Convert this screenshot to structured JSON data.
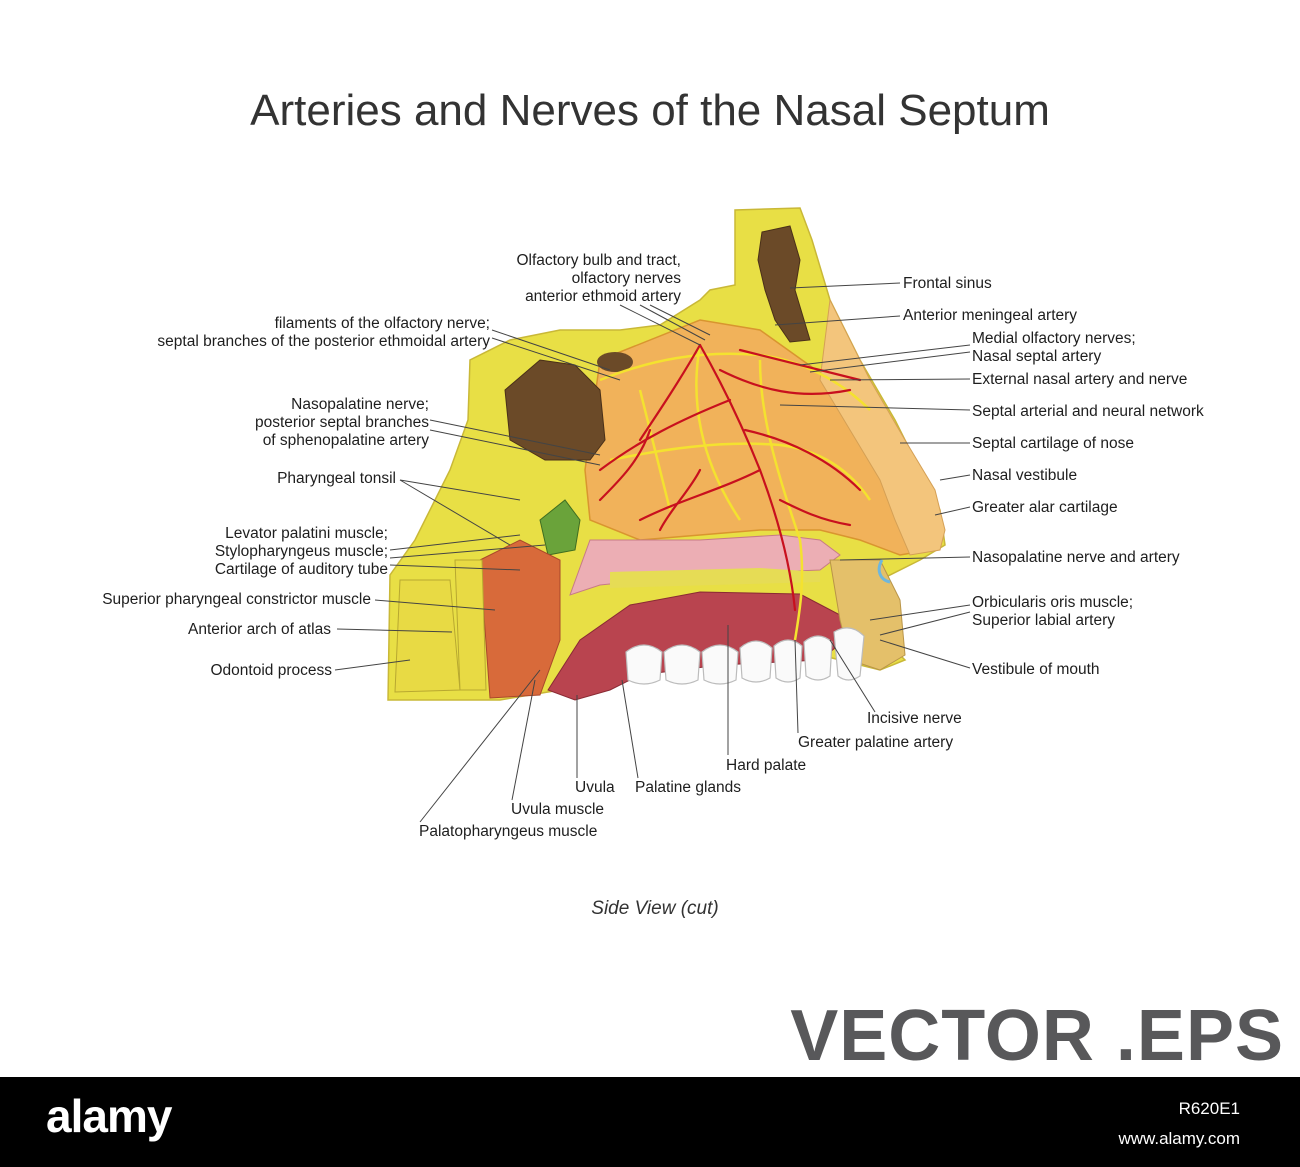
{
  "title": "Arteries and Nerves of the Nasal Septum",
  "subtitle": "Side View (cut)",
  "watermark": "VECTOR .EPS",
  "labels": {
    "olfactory_bulb": "Olfactory bulb and tract,\nolfactory nerves\nanterior ethmoid artery",
    "filaments": "filaments of the olfactory nerve;\nseptal branches of the posterior ethmoidal artery",
    "nasopalatine_posterior": "Nasopalatine nerve;\nposterior septal branches\nof sphenopalatine artery",
    "pharyngeal_tonsil": "Pharyngeal tonsil",
    "levator": "Levator palatini muscle;\nStylopharyngeus muscle;\nCartilage of auditory tube",
    "superior_constrictor": "Superior pharyngeal constrictor muscle",
    "anterior_arch": "Anterior arch of atlas",
    "odontoid": "Odontoid process",
    "frontal_sinus": "Frontal sinus",
    "anterior_meningeal": "Anterior meningeal artery",
    "medial_olfactory": "Medial olfactory nerves;\nNasal septal artery",
    "external_nasal": "External nasal artery and nerve",
    "septal_network": "Septal arterial and neural network",
    "septal_cartilage": "Septal cartilage of nose",
    "nasal_vestibule": "Nasal vestibule",
    "greater_alar": "Greater alar cartilage",
    "nasopalatine_artery": "Nasopalatine nerve and artery",
    "orbicularis": "Orbicularis oris muscle;\nSuperior labial artery",
    "vestibule_mouth": "Vestibule of mouth",
    "incisive_nerve": "Incisive nerve",
    "greater_palatine": "Greater palatine artery",
    "hard_palate": "Hard palate",
    "uvula": "Uvula",
    "palatine_glands": "Palatine glands",
    "uvula_muscle": "Uvula muscle",
    "palatopharyngeus": "Palatopharyngeus muscle"
  },
  "footer": {
    "brand": "alamy",
    "stock_id": "R620E1",
    "site": "www.alamy.com"
  },
  "colors": {
    "bone": "#e6df3c",
    "artery": "#c8101e",
    "nerve": "#f3e030",
    "tissue": "#f0b04a",
    "mouth": "#c0404a"
  }
}
